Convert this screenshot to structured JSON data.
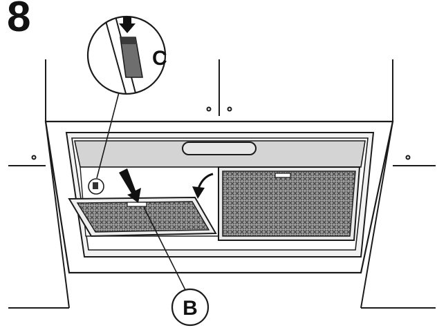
{
  "step": {
    "number": "8"
  },
  "callouts": {
    "clip": {
      "label": "C"
    },
    "filter": {
      "label": "B"
    }
  },
  "colors": {
    "line": "#1a1a1a",
    "panel_fill": "#d4d4d4",
    "mesh": "#8a8a8a",
    "frame_fill": "#f2f2f2",
    "background": "#ffffff"
  }
}
